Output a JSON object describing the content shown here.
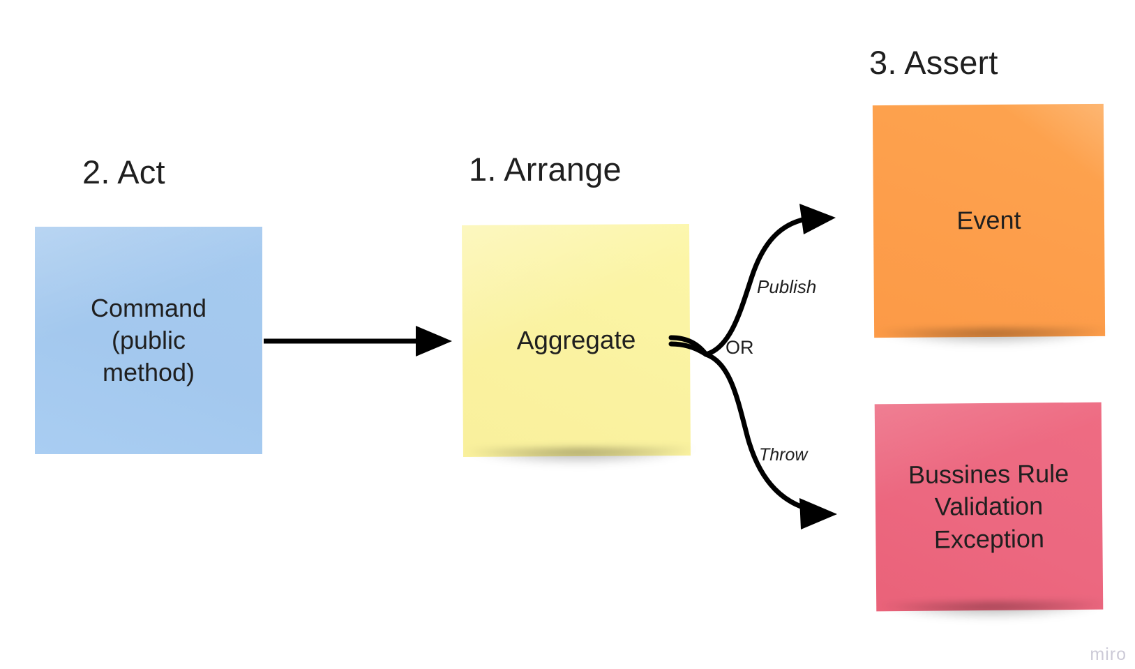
{
  "board": {
    "background_color": "#ffffff",
    "watermark": "miro"
  },
  "headings": [
    {
      "id": "act",
      "label": "2. Act"
    },
    {
      "id": "arrange",
      "label": "1. Arrange"
    },
    {
      "id": "assert",
      "label": "3. Assert"
    }
  ],
  "notes": [
    {
      "id": "command",
      "label": "Command\n(public\nmethod)",
      "color": "#a3c8ee",
      "section": "2. Act"
    },
    {
      "id": "aggregate",
      "label": "Aggregate",
      "color": "#faf2a0",
      "section": "1. Arrange"
    },
    {
      "id": "event",
      "label": "Event",
      "color": "#fd9e4b",
      "section": "3. Assert"
    },
    {
      "id": "exception",
      "label": "Bussines Rule\nValidation\nException",
      "color": "#ec6880",
      "section": "3. Assert"
    }
  ],
  "connectors": [
    {
      "id": "command-to-aggregate",
      "label": "",
      "from": "command",
      "to": "aggregate",
      "style": "straight-arrow"
    },
    {
      "id": "aggregate-to-event",
      "label": "Publish",
      "from": "aggregate",
      "to": "event",
      "style": "curved-arrow"
    },
    {
      "id": "branch-divider",
      "label": "OR",
      "from": "aggregate",
      "to": "",
      "style": "text-only"
    },
    {
      "id": "aggregate-to-exception",
      "label": "Throw",
      "from": "aggregate",
      "to": "exception",
      "style": "curved-arrow"
    }
  ],
  "colors": {
    "ink": "#1f1f1f",
    "arrow": "#000000",
    "watermark": "#b9b6c8"
  }
}
